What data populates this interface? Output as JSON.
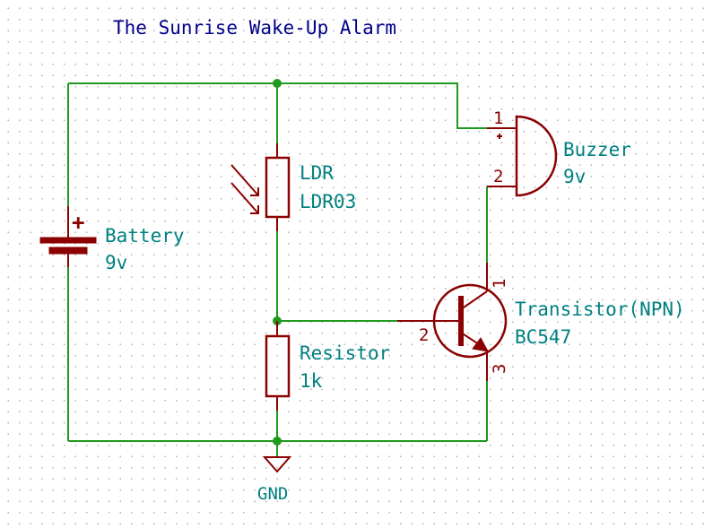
{
  "title": "The Sunrise Wake-Up Alarm",
  "components": {
    "battery": {
      "name": "Battery",
      "value": "9v",
      "polarity": "+"
    },
    "ldr": {
      "name": "LDR",
      "value": "LDR03"
    },
    "resistor": {
      "name": "Resistor",
      "value": "1k"
    },
    "buzzer": {
      "name": "Buzzer",
      "value": "9v",
      "pin1": "1",
      "pin2": "2",
      "polarity": "+"
    },
    "transistor": {
      "name": "Transistor(NPN)",
      "value": "BC547",
      "pin1": "1",
      "pin2": "2",
      "pin3": "3"
    }
  },
  "gnd_label": "GND",
  "colors": {
    "wire": "#1f9a1f",
    "symbol": "#8b0000",
    "reference_text": "#008080",
    "title_text": "#00008b"
  }
}
